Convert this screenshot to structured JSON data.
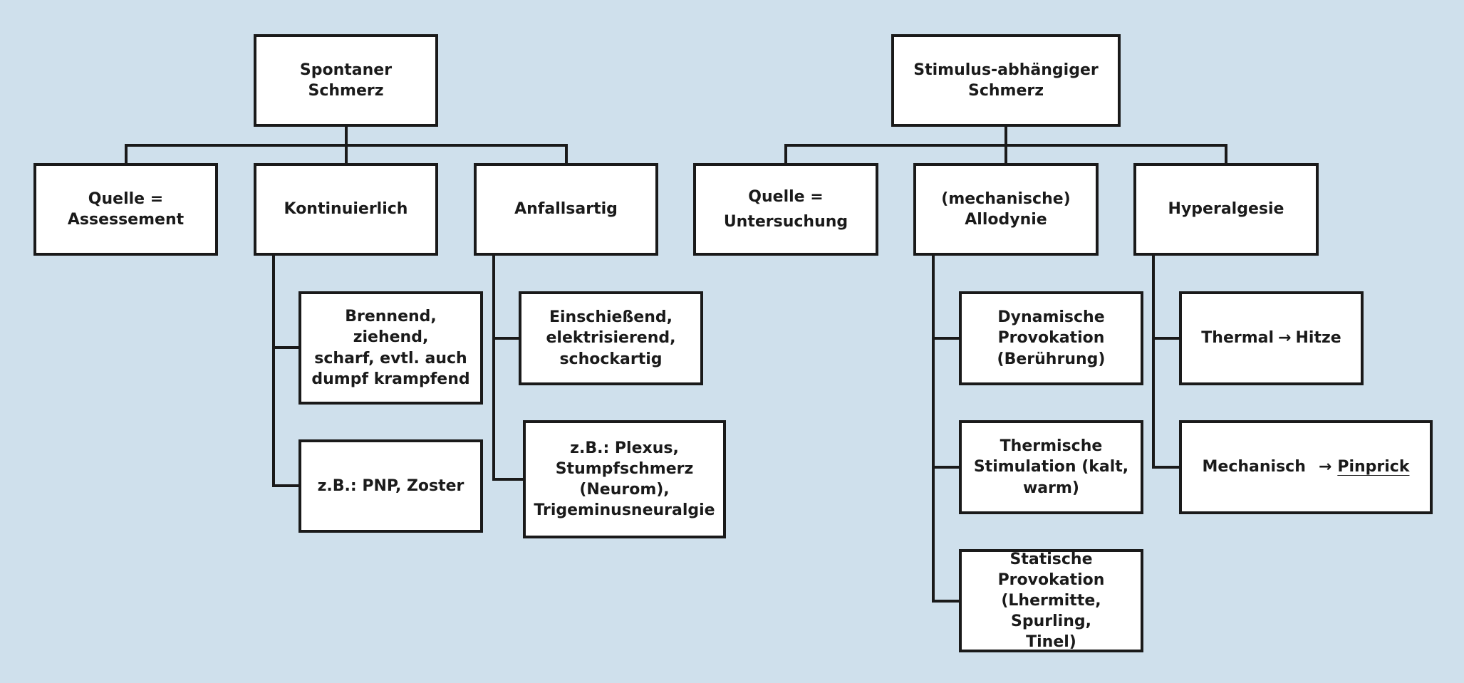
{
  "colors": {
    "background": "#cfe0ec",
    "box_fill": "#ffffff",
    "stroke": "#1a1a1a"
  },
  "left_tree": {
    "root": "Spontaner Schmerz",
    "source": "Quelle =\nAssessement",
    "continuous": {
      "label": "Kontinuierlich",
      "children": [
        "Brennend, ziehend,\nscharf, evtl. auch\ndumpf krampfend",
        "z.B.: PNP, Zoster"
      ]
    },
    "paroxysmal": {
      "label": "Anfallsartig",
      "children": [
        "Einschießend,\nelektrisierend,\nschockartig",
        "z.B.: Plexus,\nStumpfschmerz\n(Neurom),\nTrigeminusneuralgie"
      ]
    }
  },
  "right_tree": {
    "root": "Stimulus-abhängiger\nSchmerz",
    "source": "Quelle =\nUntersuchung",
    "allodynia": {
      "label": "(mechanische)\nAllodynie",
      "children": [
        "Dynamische\nProvokation\n(Berührung)",
        "Thermische\nStimulation (kalt,\nwarm)",
        "Statische\nProvokation\n(Lhermitte, Spurling,\nTinel)"
      ]
    },
    "hyperalgesia": {
      "label": "Hyperalgesie",
      "thermal": {
        "label": "Thermal",
        "arrow": "→",
        "target": "Hitze"
      },
      "mechanical": {
        "label": "Mechanisch",
        "arrow": "→",
        "target": "Pinprick"
      }
    }
  }
}
